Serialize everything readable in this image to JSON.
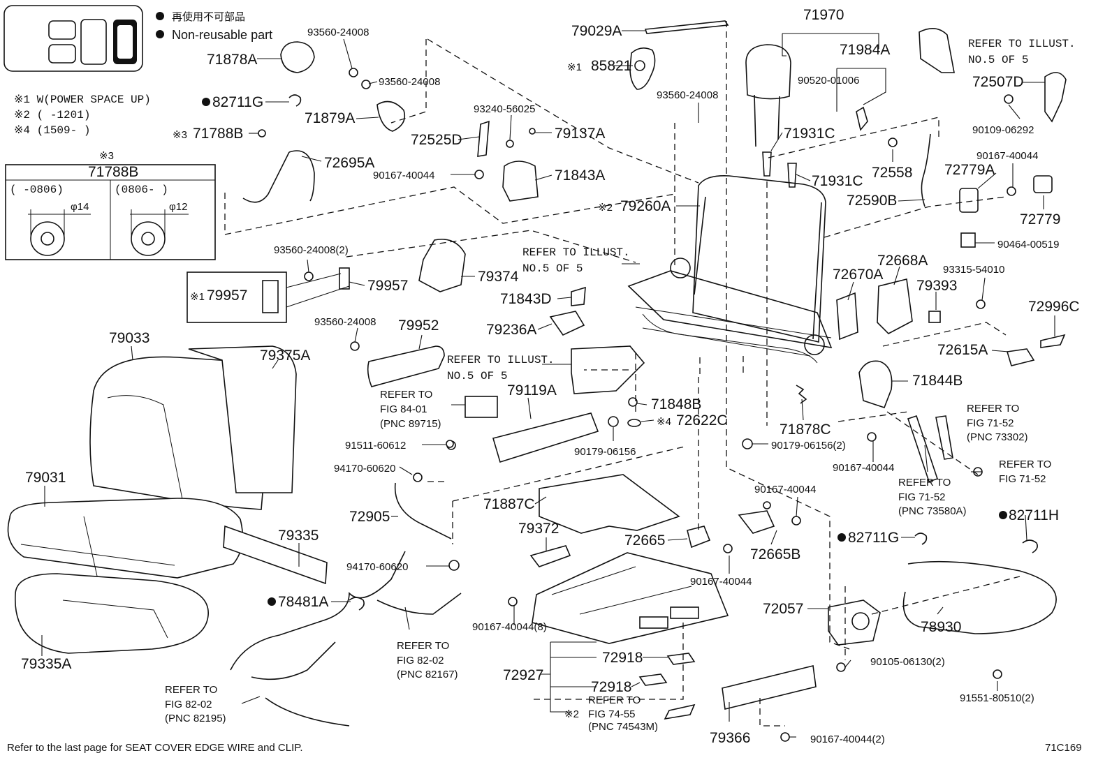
{
  "legend": {
    "jp": "再使用不可部品",
    "en": "Non-reusable part"
  },
  "notes": {
    "n1": "※1 W(POWER SPACE UP)",
    "n2": "※2 (      -1201)",
    "n4": "※4 (1509-      )"
  },
  "box71788": {
    "mark": "※3",
    "part": "71788B",
    "left_range": "(      -0806)",
    "right_range": "(0806-      )",
    "left_dia": "φ14",
    "right_dia": "φ12"
  },
  "labels": {
    "l93560a": "93560-24008",
    "l71878a": "71878A",
    "l93560b": "93560-24008",
    "l82711g_top": "82711G",
    "l71879a": "71879A",
    "l71788b": "71788B",
    "l71788b_mark": "※3",
    "l72695a": "72695A",
    "l79029a": "79029A",
    "l85821": "85821",
    "l85821_mark": "※1",
    "l93240": "93240-56025",
    "l72525d": "72525D",
    "l79137a": "79137A",
    "l90167_a": "90167-40044",
    "l71843a": "71843A",
    "l93560c": "93560-24008",
    "l71970": "71970",
    "l71984a": "71984A",
    "l90520": "90520-01006",
    "l71931c_a": "71931C",
    "l71931c_b": "71931C",
    "l72558": "72558",
    "l72590b": "72590B",
    "l79260a": "79260A",
    "l79260a_mark": "※2",
    "refer_illust_1a": "REFER TO ILLUST.",
    "refer_illust_1b": "NO.5 OF 5",
    "l72507d": "72507D",
    "l90109": "90109-06292",
    "l90167_b": "90167-40044",
    "l72779a": "72779A",
    "l72779": "72779",
    "l90464": "90464-00519",
    "l93560d": "93560-24008(2)",
    "l79957": "79957",
    "l79957_box": "79957",
    "l79957_mark": "※1",
    "l79374": "79374",
    "refer_illust_2a": "REFER TO ILLUST.",
    "refer_illust_2b": "NO.5 OF 5",
    "l71843d": "71843D",
    "l79236a": "79236A",
    "l72670a": "72670A",
    "l72668a": "72668A",
    "l79393": "79393",
    "l93315": "93315-54010",
    "l72996c": "72996C",
    "l72615a": "72615A",
    "l79033": "79033",
    "l79375a": "79375A",
    "l93560e": "93560-24008",
    "l79952": "79952",
    "refer_illust_3a": "REFER TO ILLUST.",
    "refer_illust_3b": "NO.5 OF 5",
    "refer_84a": "REFER TO",
    "refer_84b": "FIG 84-01",
    "refer_84c": "(PNC 89715)",
    "l79119a": "79119A",
    "l71848b": "71848B",
    "l72622c": "72622C",
    "l72622c_mark": "※4",
    "l71844b": "71844B",
    "l71878c": "71878C",
    "l91511": "91511-60612",
    "l90179_a": "90179-06156",
    "l90179_b": "90179-06156(2)",
    "l90167_c": "90167-40044",
    "refer_7152a_1": "REFER TO",
    "refer_7152a_2": "FIG 71-52",
    "refer_7152a_3": "(PNC 73302)",
    "refer_7152b_1": "REFER TO",
    "refer_7152b_2": "FIG 71-52",
    "refer_7152c_1": "REFER TO",
    "refer_7152c_2": "FIG 71-52",
    "refer_7152c_3": "(PNC 73580A)",
    "l79031": "79031",
    "l94170_a": "94170-60620",
    "l72905": "72905",
    "l94170_b": "94170-60620",
    "l71887c": "71887C",
    "l79335": "79335",
    "l79372": "79372",
    "l72665": "72665",
    "l90167_d": "90167-40044",
    "l72665b": "72665B",
    "l90167_e": "90167-40044",
    "l82711g_b": "82711G",
    "l82711h": "82711H",
    "l78481a": "78481A",
    "l90167_f": "90167-40044(8)",
    "l72057": "72057",
    "l78930": "78930",
    "l79335a": "79335A",
    "refer_8202a_1": "REFER TO",
    "refer_8202a_2": "FIG 82-02",
    "refer_8202a_3": "(PNC 82167)",
    "l72918_a": "72918",
    "l72927": "72927",
    "l72918_b": "72918",
    "refer_7455_1": "REFER TO",
    "refer_7455_2": "FIG 74-55",
    "refer_7455_3": "(PNC 74543M)",
    "refer_7455_mark": "※2",
    "l90105": "90105-06130(2)",
    "l91551": "91551-80510(2)",
    "refer_8202b_1": "REFER TO",
    "refer_8202b_2": "FIG 82-02",
    "refer_8202b_3": "(PNC 82195)",
    "l79366": "79366",
    "l90167_g": "90167-40044(2)"
  },
  "footer": {
    "note": "Refer to the last page for SEAT COVER EDGE WIRE and CLIP.",
    "code": "71C169"
  }
}
